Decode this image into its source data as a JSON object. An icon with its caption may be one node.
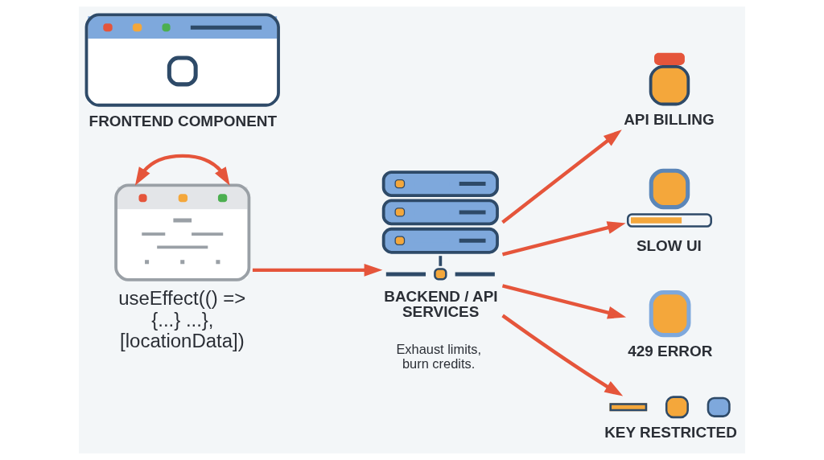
{
  "diagram": {
    "nodes": [
      {
        "text": [
          "FRONTEND COMPONENT"
        ]
      },
      {
        "text": [
          "useEffect(() => {...} ...}, [locationData])"
        ]
      },
      {
        "text": [
          "BACKEND / API SERVICES"
        ],
        "beside": [
          "Exhaust limits, burn credits."
        ]
      },
      {
        "text": [
          "API BILLING"
        ]
      },
      {
        "text": [
          "SLOW UI"
        ]
      },
      {
        "text": [
          "429 ERROR"
        ]
      },
      {
        "text": [
          "KEY RESTRICTED"
        ]
      }
    ],
    "edges": [
      {
        "from": 1,
        "to": 1,
        "arrow": "both"
      },
      {
        "from": 1,
        "to": 2,
        "arrow": "to"
      },
      {
        "from": 2,
        "to": 3,
        "arrow": "to"
      },
      {
        "from": 2,
        "to": 4,
        "arrow": "to"
      },
      {
        "from": 2,
        "to": 5,
        "arrow": "to"
      },
      {
        "from": 2,
        "to": 6,
        "arrow": "to"
      }
    ]
  }
}
